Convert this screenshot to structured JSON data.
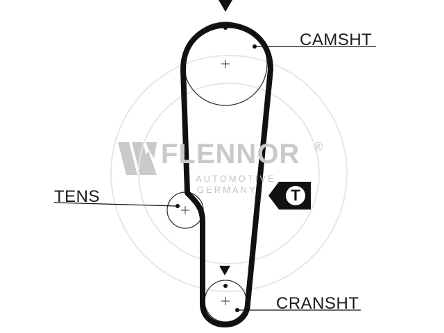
{
  "labels": {
    "camshaft": "CAMSHT",
    "tensioner": "TENS",
    "crankshaft": "CRANSHT"
  },
  "badge": {
    "letter": "T"
  },
  "watermark": {
    "brand": "FLENNOR",
    "registered": "®",
    "line1": "AUTOMOTIVE",
    "line2": "GERMANY"
  },
  "colors": {
    "belt": "#111111",
    "pulley": "#333333",
    "watermark": "#c9c9c9",
    "badge_bg": "#111111",
    "badge_fg": "#ffffff"
  }
}
